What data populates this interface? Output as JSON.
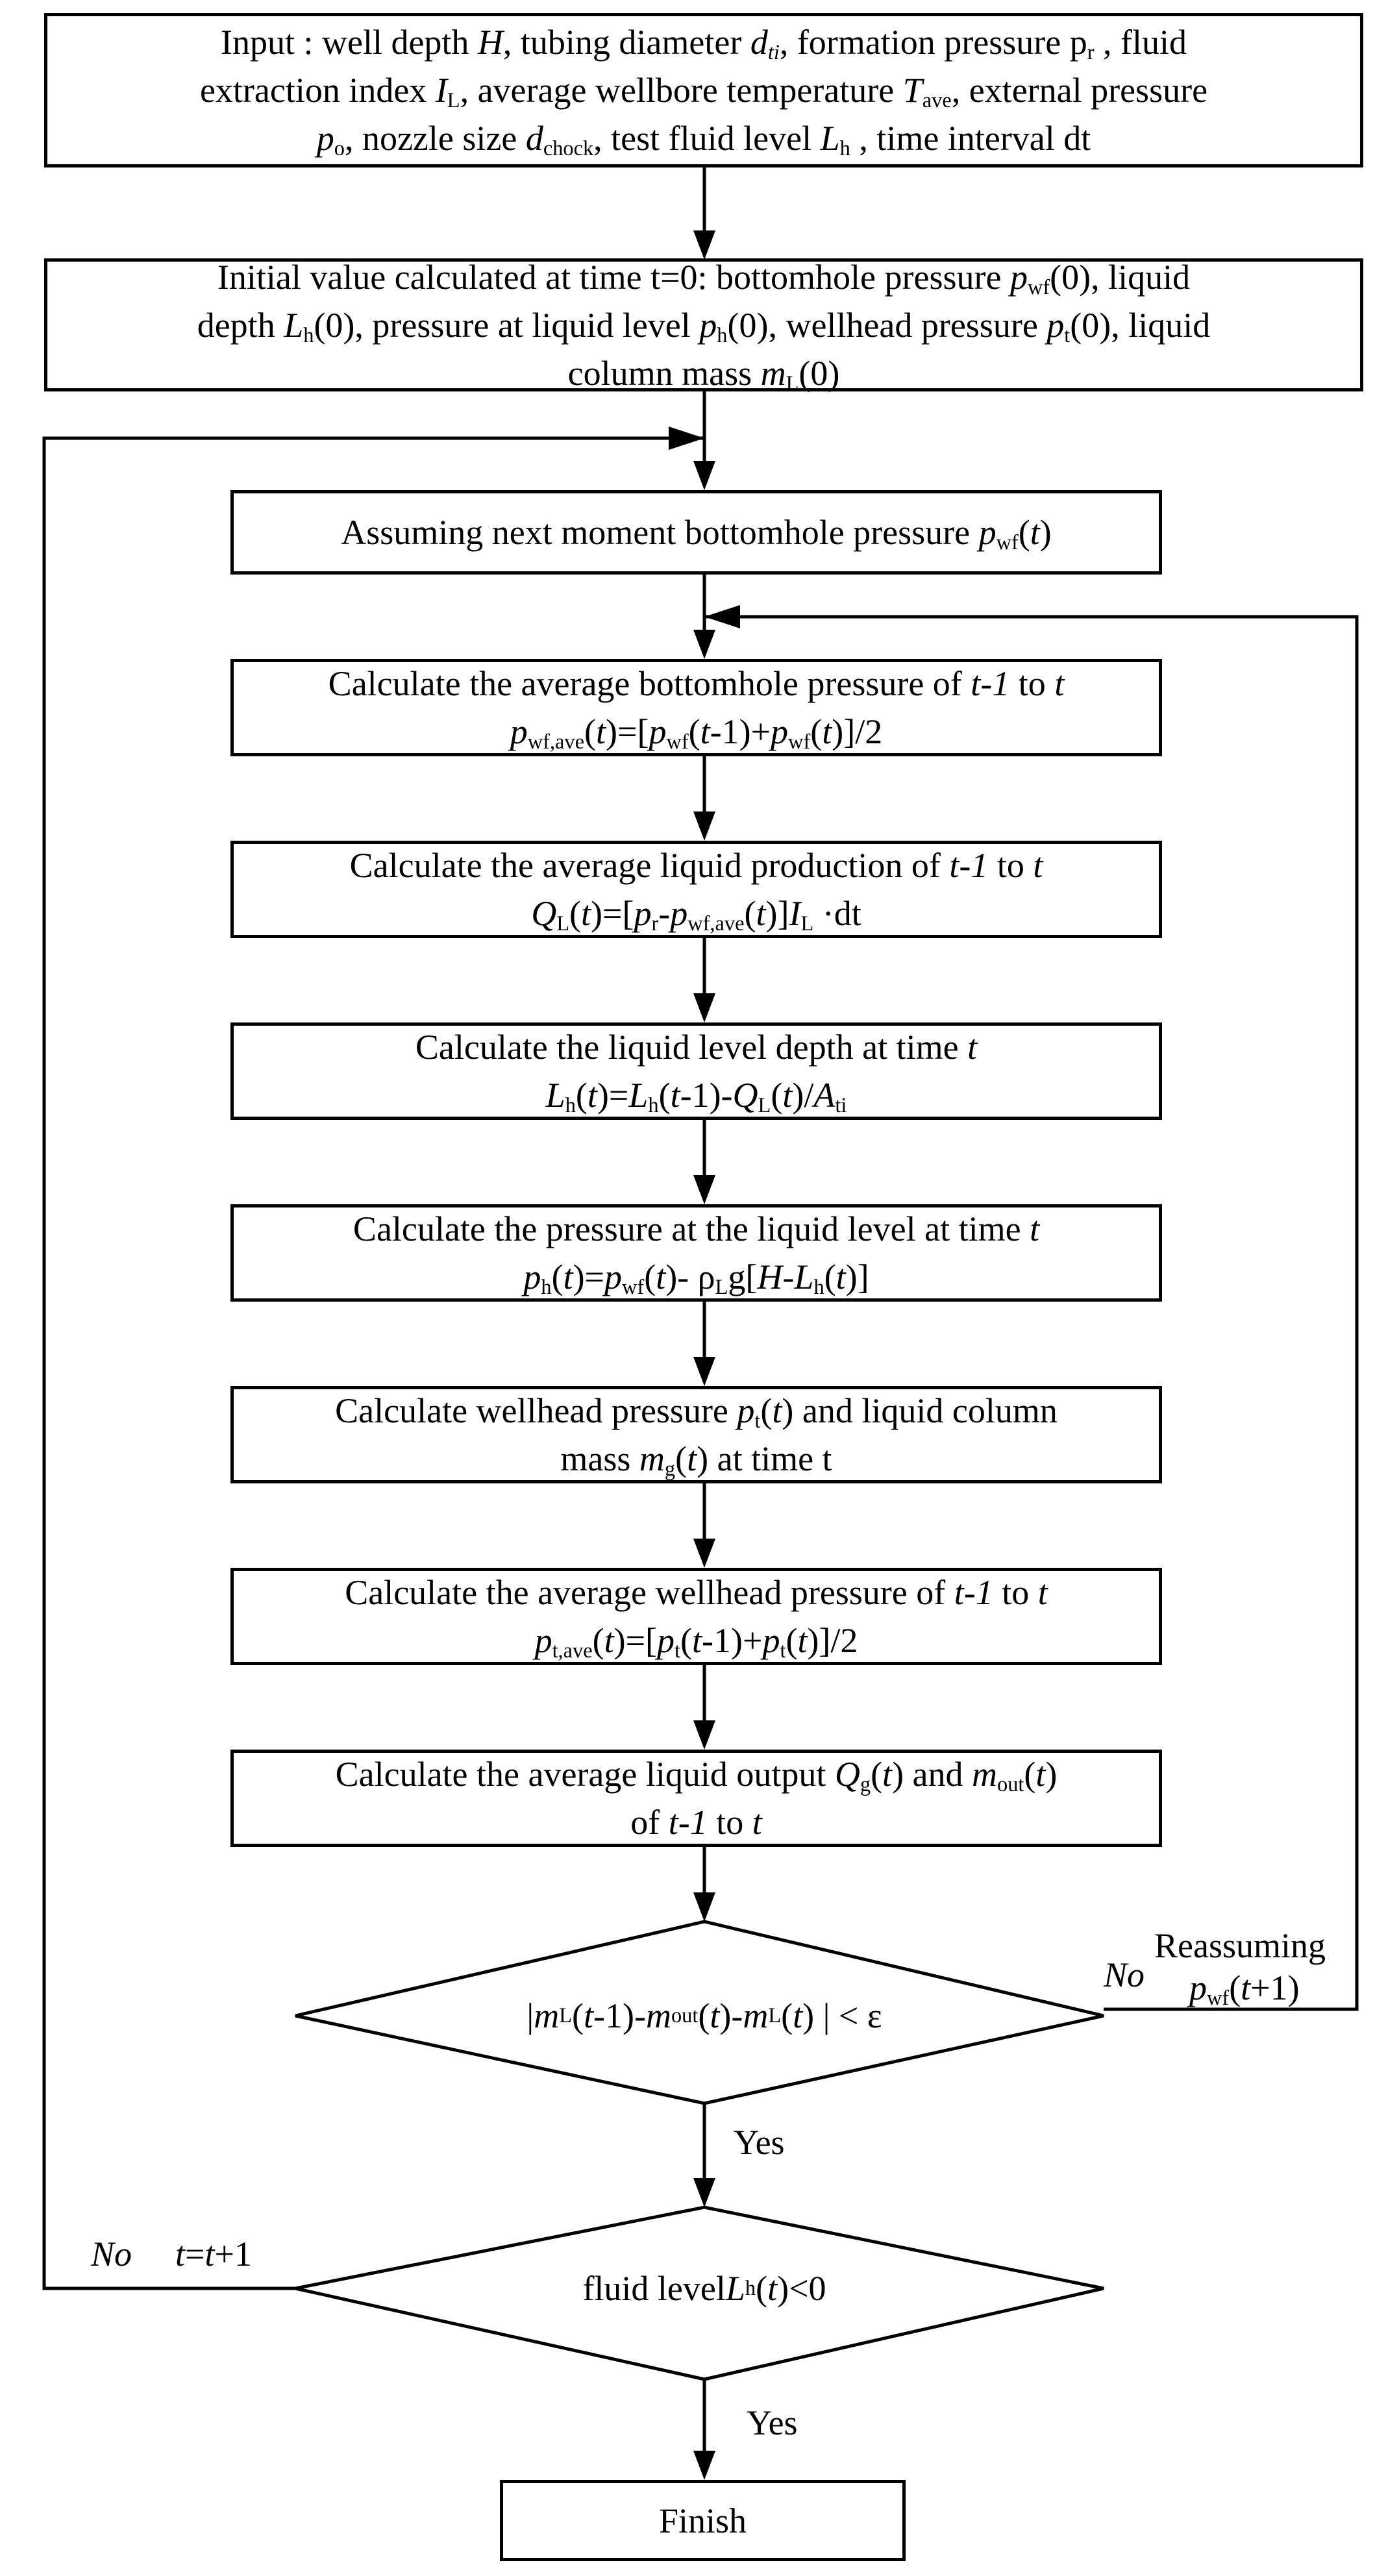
{
  "steps": {
    "input": {
      "l1_a": "Input : well depth ",
      "l1_b": "H",
      "l1_c": ", tubing diameter ",
      "l1_d": "d",
      "l1_e": "ti",
      "l1_f": ", formation pressure p",
      "l1_g": "r",
      "l1_h": " , fluid",
      "l2_a": "extraction index ",
      "l2_b": "I",
      "l2_c": "L",
      "l2_d": ", average wellbore temperature ",
      "l2_e": "T",
      "l2_f": "ave",
      "l2_g": ", external pressure",
      "l3_a": "p",
      "l3_b": "o",
      "l3_c": ", nozzle size ",
      "l3_d": "d",
      "l3_e": "chock",
      "l3_f": ", test fluid level ",
      "l3_g": "L",
      "l3_h": "h",
      "l3_i": " , time interval dt"
    },
    "init": {
      "l1_a": "Initial value calculated at time t=0: bottomhole pressure ",
      "l1_b": "p",
      "l1_c": "wf",
      "l1_d": "(0), liquid",
      "l2_a": "depth ",
      "l2_b": "L",
      "l2_c": "h",
      "l2_d": "(0), pressure at liquid level ",
      "l2_e": "p",
      "l2_f": "h",
      "l2_g": "(0), wellhead pressure ",
      "l2_h": "p",
      "l2_i": "t",
      "l2_j": "(0), liquid",
      "l3_a": "column mass ",
      "l3_b": "m",
      "l3_c": "L",
      "l3_d": "(0)"
    },
    "assume": {
      "a": "Assuming next moment bottomhole pressure ",
      "b": "p",
      "c": "wf",
      "d": "(",
      "e": "t",
      "f": ")"
    },
    "avg_bhp": {
      "l1_a": "Calculate the average bottomhole pressure of ",
      "l1_b": "t-1",
      "l1_c": " to ",
      "l1_d": "t",
      "f_a": "p",
      "f_b": "wf,ave",
      "f_c": "(",
      "f_d": "t",
      "f_e": ")=[",
      "f_f": "p",
      "f_g": "wf",
      "f_h": "(",
      "f_i": "t",
      "f_j": "-1)+",
      "f_k": "p",
      "f_l": "wf",
      "f_m": "(",
      "f_n": "t",
      "f_o": ")]/2"
    },
    "avg_prod": {
      "l1_a": "Calculate the average liquid production of ",
      "l1_b": "t-1",
      "l1_c": " to ",
      "l1_d": "t",
      "f_a": "Q",
      "f_b": "L",
      "f_c": "(",
      "f_d": "t",
      "f_e": ")=[",
      "f_f": "p",
      "f_g": "r",
      "f_h": "-",
      "f_i": "p",
      "f_j": "wf,ave",
      "f_k": "(",
      "f_l": "t",
      "f_m": ")]",
      "f_n": "I",
      "f_o": "L",
      "f_p": " ·dt"
    },
    "level_depth": {
      "l1_a": "Calculate the liquid level depth at time ",
      "l1_b": "t",
      "f_a": "L",
      "f_b": "h",
      "f_c": "(",
      "f_d": "t",
      "f_e": ")=",
      "f_f": "L",
      "f_g": "h",
      "f_h": "(",
      "f_i": "t",
      "f_j": "-1)-",
      "f_k": "Q",
      "f_l": "L",
      "f_m": "(",
      "f_n": "t",
      "f_o": ")/",
      "f_p": "A",
      "f_q": "ti"
    },
    "level_pressure": {
      "l1_a": "Calculate the pressure at the liquid level at time ",
      "l1_b": "t",
      "f_a": "p",
      "f_b": "h",
      "f_c": "(",
      "f_d": "t",
      "f_e": ")=",
      "f_f": "p",
      "f_g": "wf",
      "f_h": "(",
      "f_i": "t",
      "f_j": ")- ",
      "f_k": "ρ",
      "f_l": "L",
      "f_m": "g[",
      "f_n": "H",
      "f_o": "-",
      "f_p": "L",
      "f_q": "h",
      "f_r": "(",
      "f_s": "t",
      "f_t": ")]"
    },
    "wellhead": {
      "l1_a": "Calculate wellhead pressure ",
      "l1_b": "p",
      "l1_c": "t",
      "l1_d": "(",
      "l1_e": "t",
      "l1_f": ") and liquid column",
      "l2_a": "mass ",
      "l2_b": "m",
      "l2_c": "g",
      "l2_d": "(",
      "l2_e": "t",
      "l2_f": ") at time t"
    },
    "avg_whp": {
      "l1_a": "Calculate the average wellhead pressure of ",
      "l1_b": "t-1",
      "l1_c": " to ",
      "l1_d": "t",
      "f_a": "p",
      "f_b": "t,ave",
      "f_c": "(",
      "f_d": "t",
      "f_e": ")=[",
      "f_f": "p",
      "f_g": "t",
      "f_h": "(",
      "f_i": "t",
      "f_j": "-1)+",
      "f_k": "p",
      "f_l": "t",
      "f_m": "(",
      "f_n": "t",
      "f_o": ")]/2"
    },
    "avg_output": {
      "l1_a": "Calculate the average liquid output ",
      "l1_b": "Q",
      "l1_c": "g",
      "l1_d": "(",
      "l1_e": "t",
      "l1_f": ") and ",
      "l1_g": "m",
      "l1_h": "out",
      "l1_i": "(",
      "l1_j": "t",
      "l1_k": ")",
      "l2_a": "of ",
      "l2_b": "t-1",
      "l2_c": " to ",
      "l2_d": "t"
    },
    "finish": "Finish"
  },
  "decisions": {
    "mass_balance": {
      "a": "| ",
      "b": "m",
      "c": "L",
      "d": "(",
      "e": "t",
      "f": "-1)-",
      "g": "m",
      "h": "out",
      "i": "(",
      "j": "t",
      "k": ")-",
      "l": "m",
      "m": "L",
      "n": "(",
      "o": "t",
      "p": ") | < ε"
    },
    "fluid_level": {
      "a": "fluid level ",
      "b": "L",
      "c": "h",
      "d": "(",
      "e": "t",
      "f": ")<0"
    }
  },
  "labels": {
    "mass_no": "No",
    "reassume_1": "Reassuming",
    "reassume_p": "p",
    "reassume_sub": "wf",
    "reassume_rest_a": "(",
    "reassume_rest_b": "t",
    "reassume_rest_c": "+1)",
    "mass_yes": "Yes",
    "level_no": "No",
    "level_t_a": "t",
    "level_t_b": "=",
    "level_t_c": "t",
    "level_t_d": "+1",
    "level_yes": "Yes"
  }
}
